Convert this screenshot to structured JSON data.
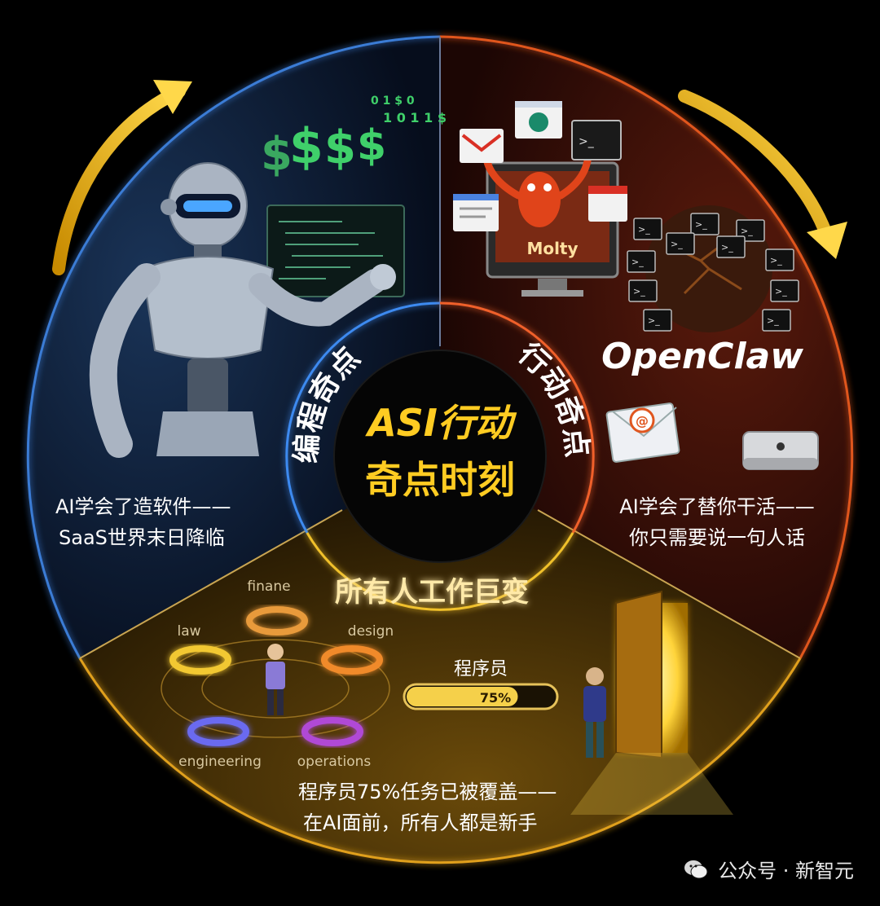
{
  "center": {
    "line1": "ASI行动",
    "line2": "奇点时刻"
  },
  "ring_labels": {
    "left": "编程奇点",
    "right": "行动奇点"
  },
  "left_panel": {
    "caption_line1": "AI学会了造软件——",
    "caption_line2": "SaaS世界末日降临",
    "icon": "robot-coding-icon"
  },
  "right_panel": {
    "brand": "OpenClaw",
    "monitor_label": "Molty",
    "caption_line1": "AI学会了替你干活——",
    "caption_line2": "你只需要说一句人话",
    "icon": "lobster-agent-icon"
  },
  "bottom_panel": {
    "title": "所有人工作巨变",
    "rings": [
      "finane",
      "law",
      "design",
      "engineering",
      "operations"
    ],
    "progress_label": "程序员",
    "progress_text": "75%",
    "progress_value": 0.75,
    "caption_line1": "程序员75%任务已被覆盖——",
    "caption_line2": "在AI面前，所有人都是新手"
  },
  "watermark": {
    "text": "公众号 · 新智元"
  },
  "colors": {
    "left_sector": "#0b1a33",
    "right_sector": "#3a0d06",
    "bottom_sector": "#3d2c05",
    "center_text": "#ffcc22",
    "arrow": "#ffc21a"
  }
}
